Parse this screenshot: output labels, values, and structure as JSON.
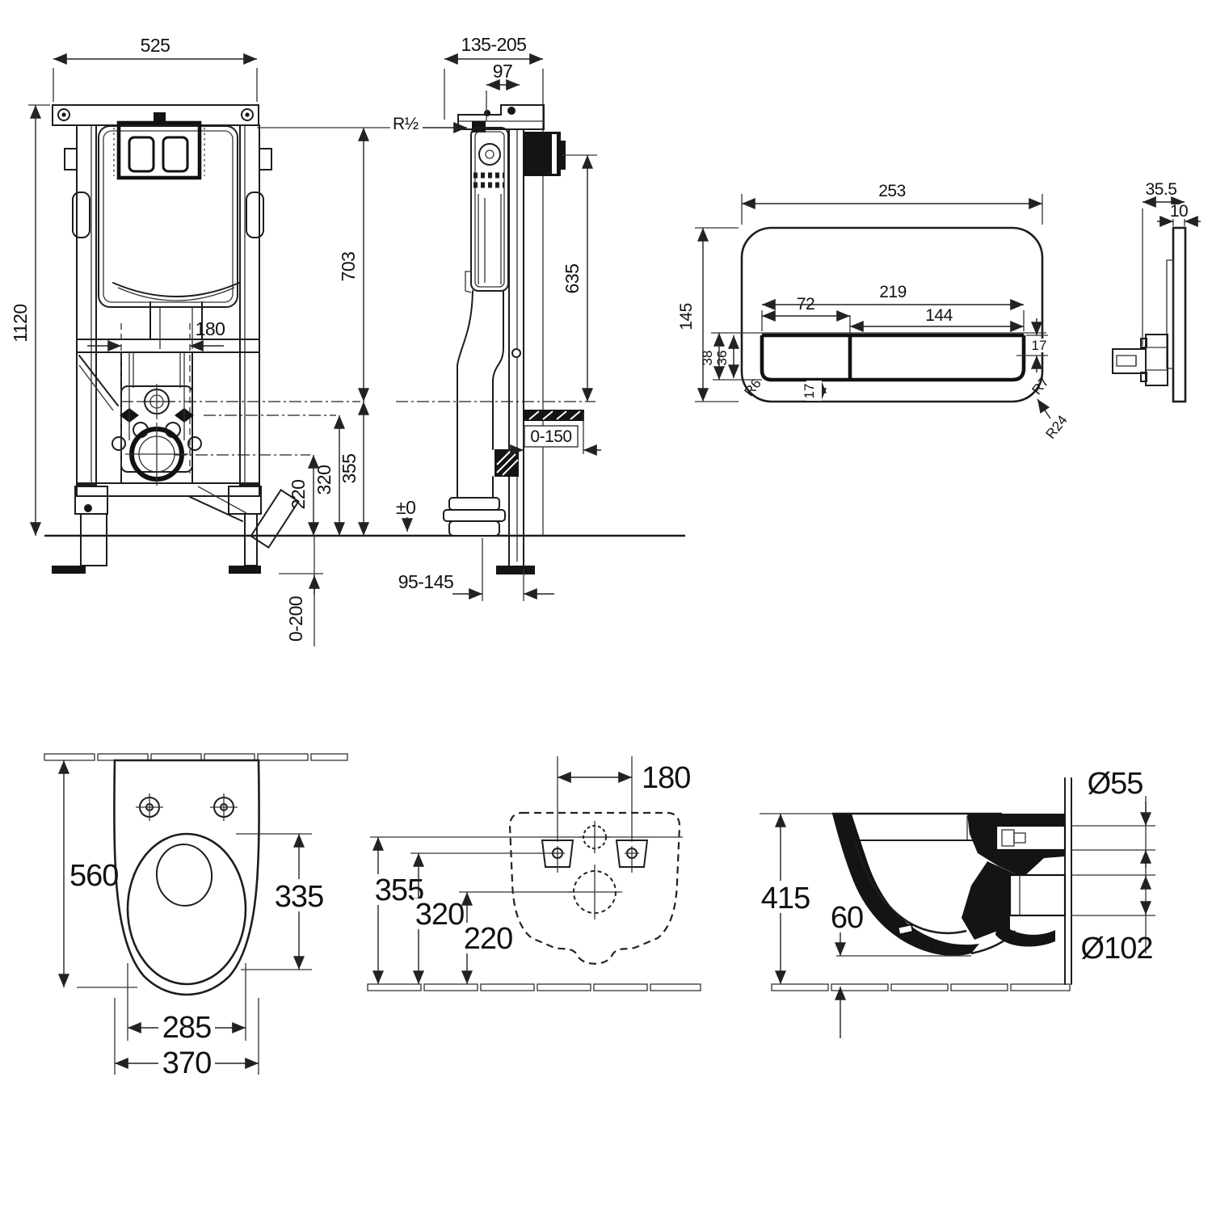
{
  "drawing": {
    "frame_front": {
      "overall_width": "525",
      "overall_height": "1120",
      "bolt_spacing": "180",
      "inlet_height": "355",
      "fixing_height": "320",
      "outlet_height": "220",
      "foot_adjust_range": "0-200"
    },
    "frame_side": {
      "depth_range": "135-205",
      "top_depth": "97",
      "water_connection": "R½",
      "cistern_top_height": "703",
      "supply_height": "635",
      "outlet_depth_range": "0-150",
      "floor_level": "±0",
      "pipe_wall_distance": "95-145"
    },
    "plate_front": {
      "width": "253",
      "height": "145",
      "cutout_width": "219",
      "small_button_width": "72",
      "large_button_width": "144",
      "outer_band_height": "38",
      "inner_band_height": "36",
      "right_inset": "17",
      "bottom_inset": "17",
      "radius_inner": "R6",
      "radius_mid": "R7",
      "radius_outer": "R24"
    },
    "plate_side": {
      "total_depth": "35.5",
      "plate_thickness": "10"
    },
    "pan_top": {
      "length": "560",
      "seat_opening_length": "335",
      "seat_width": "285",
      "pan_width": "370"
    },
    "pan_rear": {
      "bolt_spacing": "180",
      "inlet_height": "355",
      "fixing_height": "320",
      "outlet_height": "220"
    },
    "pan_side": {
      "height": "415",
      "floor_clearance": "60",
      "inlet_diameter": "Ø55",
      "outlet_diameter": "Ø102"
    }
  }
}
